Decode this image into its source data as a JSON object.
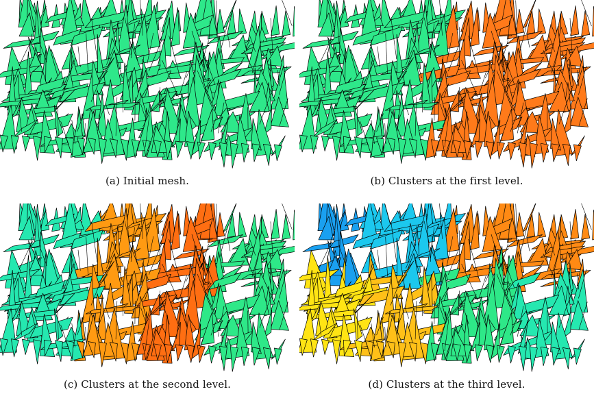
{
  "figure": {
    "panels": [
      {
        "id": "a",
        "caption": "(a) Initial mesh.",
        "clusters": [
          {
            "x_from": 0.0,
            "x_to": 1.0,
            "y_from": 0.0,
            "y_to": 1.0,
            "color": "#2ee88a"
          }
        ]
      },
      {
        "id": "b",
        "caption": "(b) Clusters at the first level.",
        "clusters": [
          {
            "x_from": 0.0,
            "x_to": 0.46,
            "y_from": 0.0,
            "y_to": 1.0,
            "color": "#2ee88a"
          },
          {
            "x_from": 0.46,
            "x_to": 1.0,
            "y_from": 0.0,
            "y_to": 1.0,
            "color": "#ff7a1a"
          }
        ]
      },
      {
        "id": "c",
        "caption": "(c) Clusters at the second level.",
        "clusters": [
          {
            "x_from": 0.0,
            "x_to": 0.27,
            "y_from": 0.0,
            "y_to": 1.0,
            "color": "#25e8b0"
          },
          {
            "x_from": 0.27,
            "x_to": 0.5,
            "y_from": 0.0,
            "y_to": 1.0,
            "color": "#ff9a12"
          },
          {
            "x_from": 0.5,
            "x_to": 0.72,
            "y_from": 0.0,
            "y_to": 1.0,
            "color": "#ff6e12"
          },
          {
            "x_from": 0.72,
            "x_to": 1.0,
            "y_from": 0.0,
            "y_to": 1.0,
            "color": "#2ee888"
          }
        ]
      },
      {
        "id": "d",
        "caption": "(d) Clusters at the third level.",
        "clusters": [
          {
            "x_from": 0.0,
            "x_to": 0.16,
            "y_from": 0.0,
            "y_to": 0.45,
            "color": "#1aa0f0"
          },
          {
            "x_from": 0.16,
            "x_to": 0.46,
            "y_from": 0.0,
            "y_to": 0.45,
            "color": "#1cc8ee"
          },
          {
            "x_from": 0.46,
            "x_to": 1.0,
            "y_from": 0.0,
            "y_to": 0.45,
            "color": "#ff8a14"
          },
          {
            "x_from": 0.0,
            "x_to": 0.22,
            "y_from": 0.45,
            "y_to": 1.0,
            "color": "#ffe414"
          },
          {
            "x_from": 0.22,
            "x_to": 0.46,
            "y_from": 0.45,
            "y_to": 1.0,
            "color": "#ffc018"
          },
          {
            "x_from": 0.46,
            "x_to": 0.74,
            "y_from": 0.45,
            "y_to": 1.0,
            "color": "#2ee888"
          },
          {
            "x_from": 0.74,
            "x_to": 1.0,
            "y_from": 0.45,
            "y_to": 1.0,
            "color": "#25e8b0"
          }
        ]
      }
    ]
  }
}
